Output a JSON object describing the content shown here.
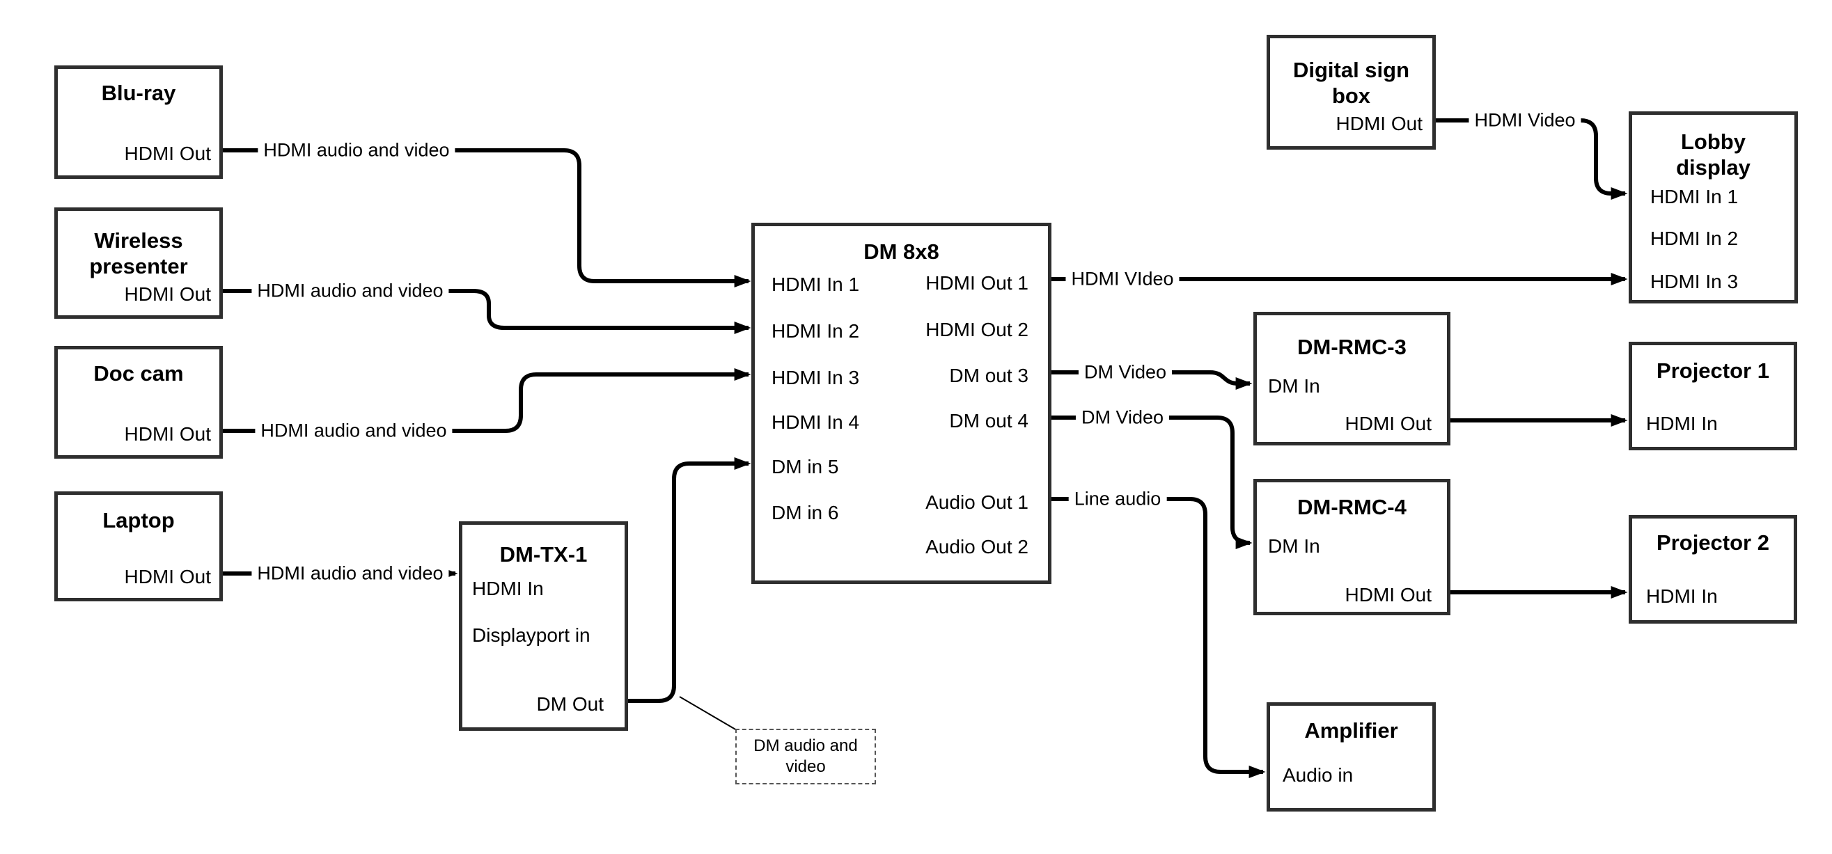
{
  "colors": {
    "background": "#ffffff",
    "wire": "#000000",
    "box_border": "#2e2e2e",
    "text": "#000000"
  },
  "nodes": {
    "bluray": {
      "title": "Blu-ray",
      "ports": {
        "hdmi_out": "HDMI Out"
      }
    },
    "wireless_presenter": {
      "title": "Wireless presenter",
      "ports": {
        "hdmi_out": "HDMI Out"
      }
    },
    "doc_cam": {
      "title": "Doc cam",
      "ports": {
        "hdmi_out": "HDMI Out"
      }
    },
    "laptop": {
      "title": "Laptop",
      "ports": {
        "hdmi_out": "HDMI Out"
      }
    },
    "dm_tx_1": {
      "title": "DM-TX-1",
      "ports": {
        "hdmi_in": "HDMI In",
        "displayport_in": "Displayport in",
        "dm_out": "DM Out"
      }
    },
    "dm_8x8": {
      "title": "DM 8x8",
      "ports": {
        "in1": "HDMI In 1",
        "in2": "HDMI In 2",
        "in3": "HDMI In 3",
        "in4": "HDMI In 4",
        "in5": "DM in 5",
        "in6": "DM in 6",
        "out1": "HDMI Out 1",
        "out2": "HDMI Out 2",
        "out3": "DM out 3",
        "out4": "DM out 4",
        "audio1": "Audio Out 1",
        "audio2": "Audio Out 2"
      }
    },
    "digital_sign_box": {
      "title": "Digital sign box",
      "ports": {
        "hdmi_out": "HDMI Out"
      }
    },
    "lobby_display": {
      "title": "Lobby display",
      "ports": {
        "in1": "HDMI In 1",
        "in2": "HDMI In 2",
        "in3": "HDMI In 3"
      }
    },
    "dm_rmc_3": {
      "title": "DM-RMC-3",
      "ports": {
        "dm_in": "DM In",
        "hdmi_out": "HDMI Out"
      }
    },
    "projector_1": {
      "title": "Projector 1",
      "ports": {
        "hdmi_in": "HDMI In"
      }
    },
    "dm_rmc_4": {
      "title": "DM-RMC-4",
      "ports": {
        "dm_in": "DM In",
        "hdmi_out": "HDMI Out"
      }
    },
    "projector_2": {
      "title": "Projector 2",
      "ports": {
        "hdmi_in": "HDMI In"
      }
    },
    "amplifier": {
      "title": "Amplifier",
      "ports": {
        "audio_in": "Audio in"
      }
    }
  },
  "wire_labels": {
    "bluray_to_dm8x8": "HDMI audio and video",
    "wireless_to_dm8x8": "HDMI audio and video",
    "doccam_to_dm8x8": "HDMI audio and video",
    "laptop_to_dmtx1": "HDMI audio and video",
    "dm8x8_out1_to_lobby": "HDMI VIdeo",
    "dm8x8_out3_to_rmc3": "DM Video",
    "dm8x8_out4_to_rmc4": "DM Video",
    "dm8x8_audio1_to_amp": "Line audio",
    "digitalsign_to_lobby": "HDMI Video",
    "callout_note": "DM audio and video"
  }
}
